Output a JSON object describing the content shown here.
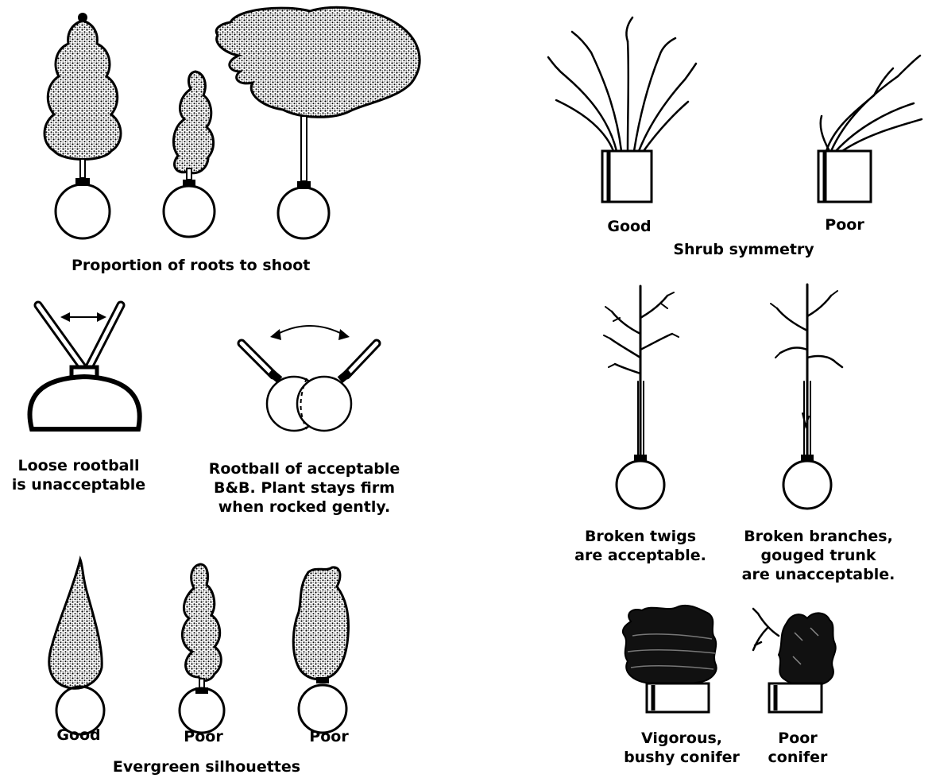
{
  "panels": {
    "proportion": {
      "caption": "Proportion of roots to shoot"
    },
    "loose_rootball": {
      "caption": [
        "Loose rootball",
        "is unacceptable"
      ]
    },
    "acceptable_bb": {
      "caption": [
        "Rootball of acceptable",
        "B&B. Plant stays firm",
        "when rocked gently."
      ]
    },
    "evergreen": {
      "labels": [
        "Good",
        "Poor",
        "Poor"
      ],
      "caption": "Evergreen silhouettes"
    },
    "shrub_symmetry": {
      "labels": [
        "Good",
        "Poor"
      ],
      "caption": "Shrub symmetry"
    },
    "twigs": {
      "caption": [
        "Broken twigs",
        "are acceptable."
      ]
    },
    "branches": {
      "caption": [
        "Broken branches,",
        "gouged trunk",
        "are unacceptable."
      ]
    },
    "conifer_good": {
      "caption": [
        "Vigorous,",
        "bushy conifer"
      ]
    },
    "conifer_poor": {
      "caption": [
        "Poor",
        "conifer"
      ]
    }
  },
  "colors": {
    "ink": "#000000",
    "foliage_fill": "#b9b9b9",
    "conifer_fill": "#111111",
    "paper": "#ffffff"
  }
}
